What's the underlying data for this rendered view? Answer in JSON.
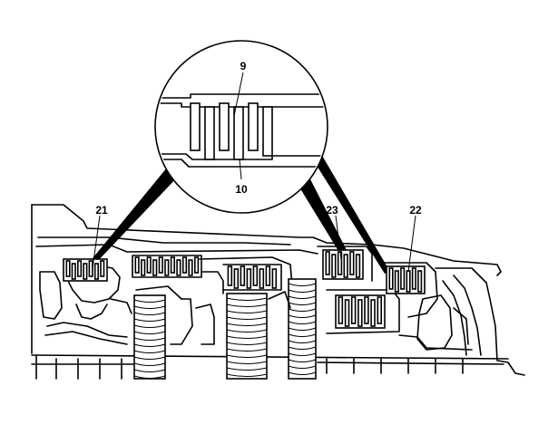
{
  "callouts": {
    "c9": "9",
    "c10": "10",
    "c21": "21",
    "c23": "23",
    "c22": "22"
  },
  "colors": {
    "line": "#000000",
    "background": "#ffffff"
  }
}
